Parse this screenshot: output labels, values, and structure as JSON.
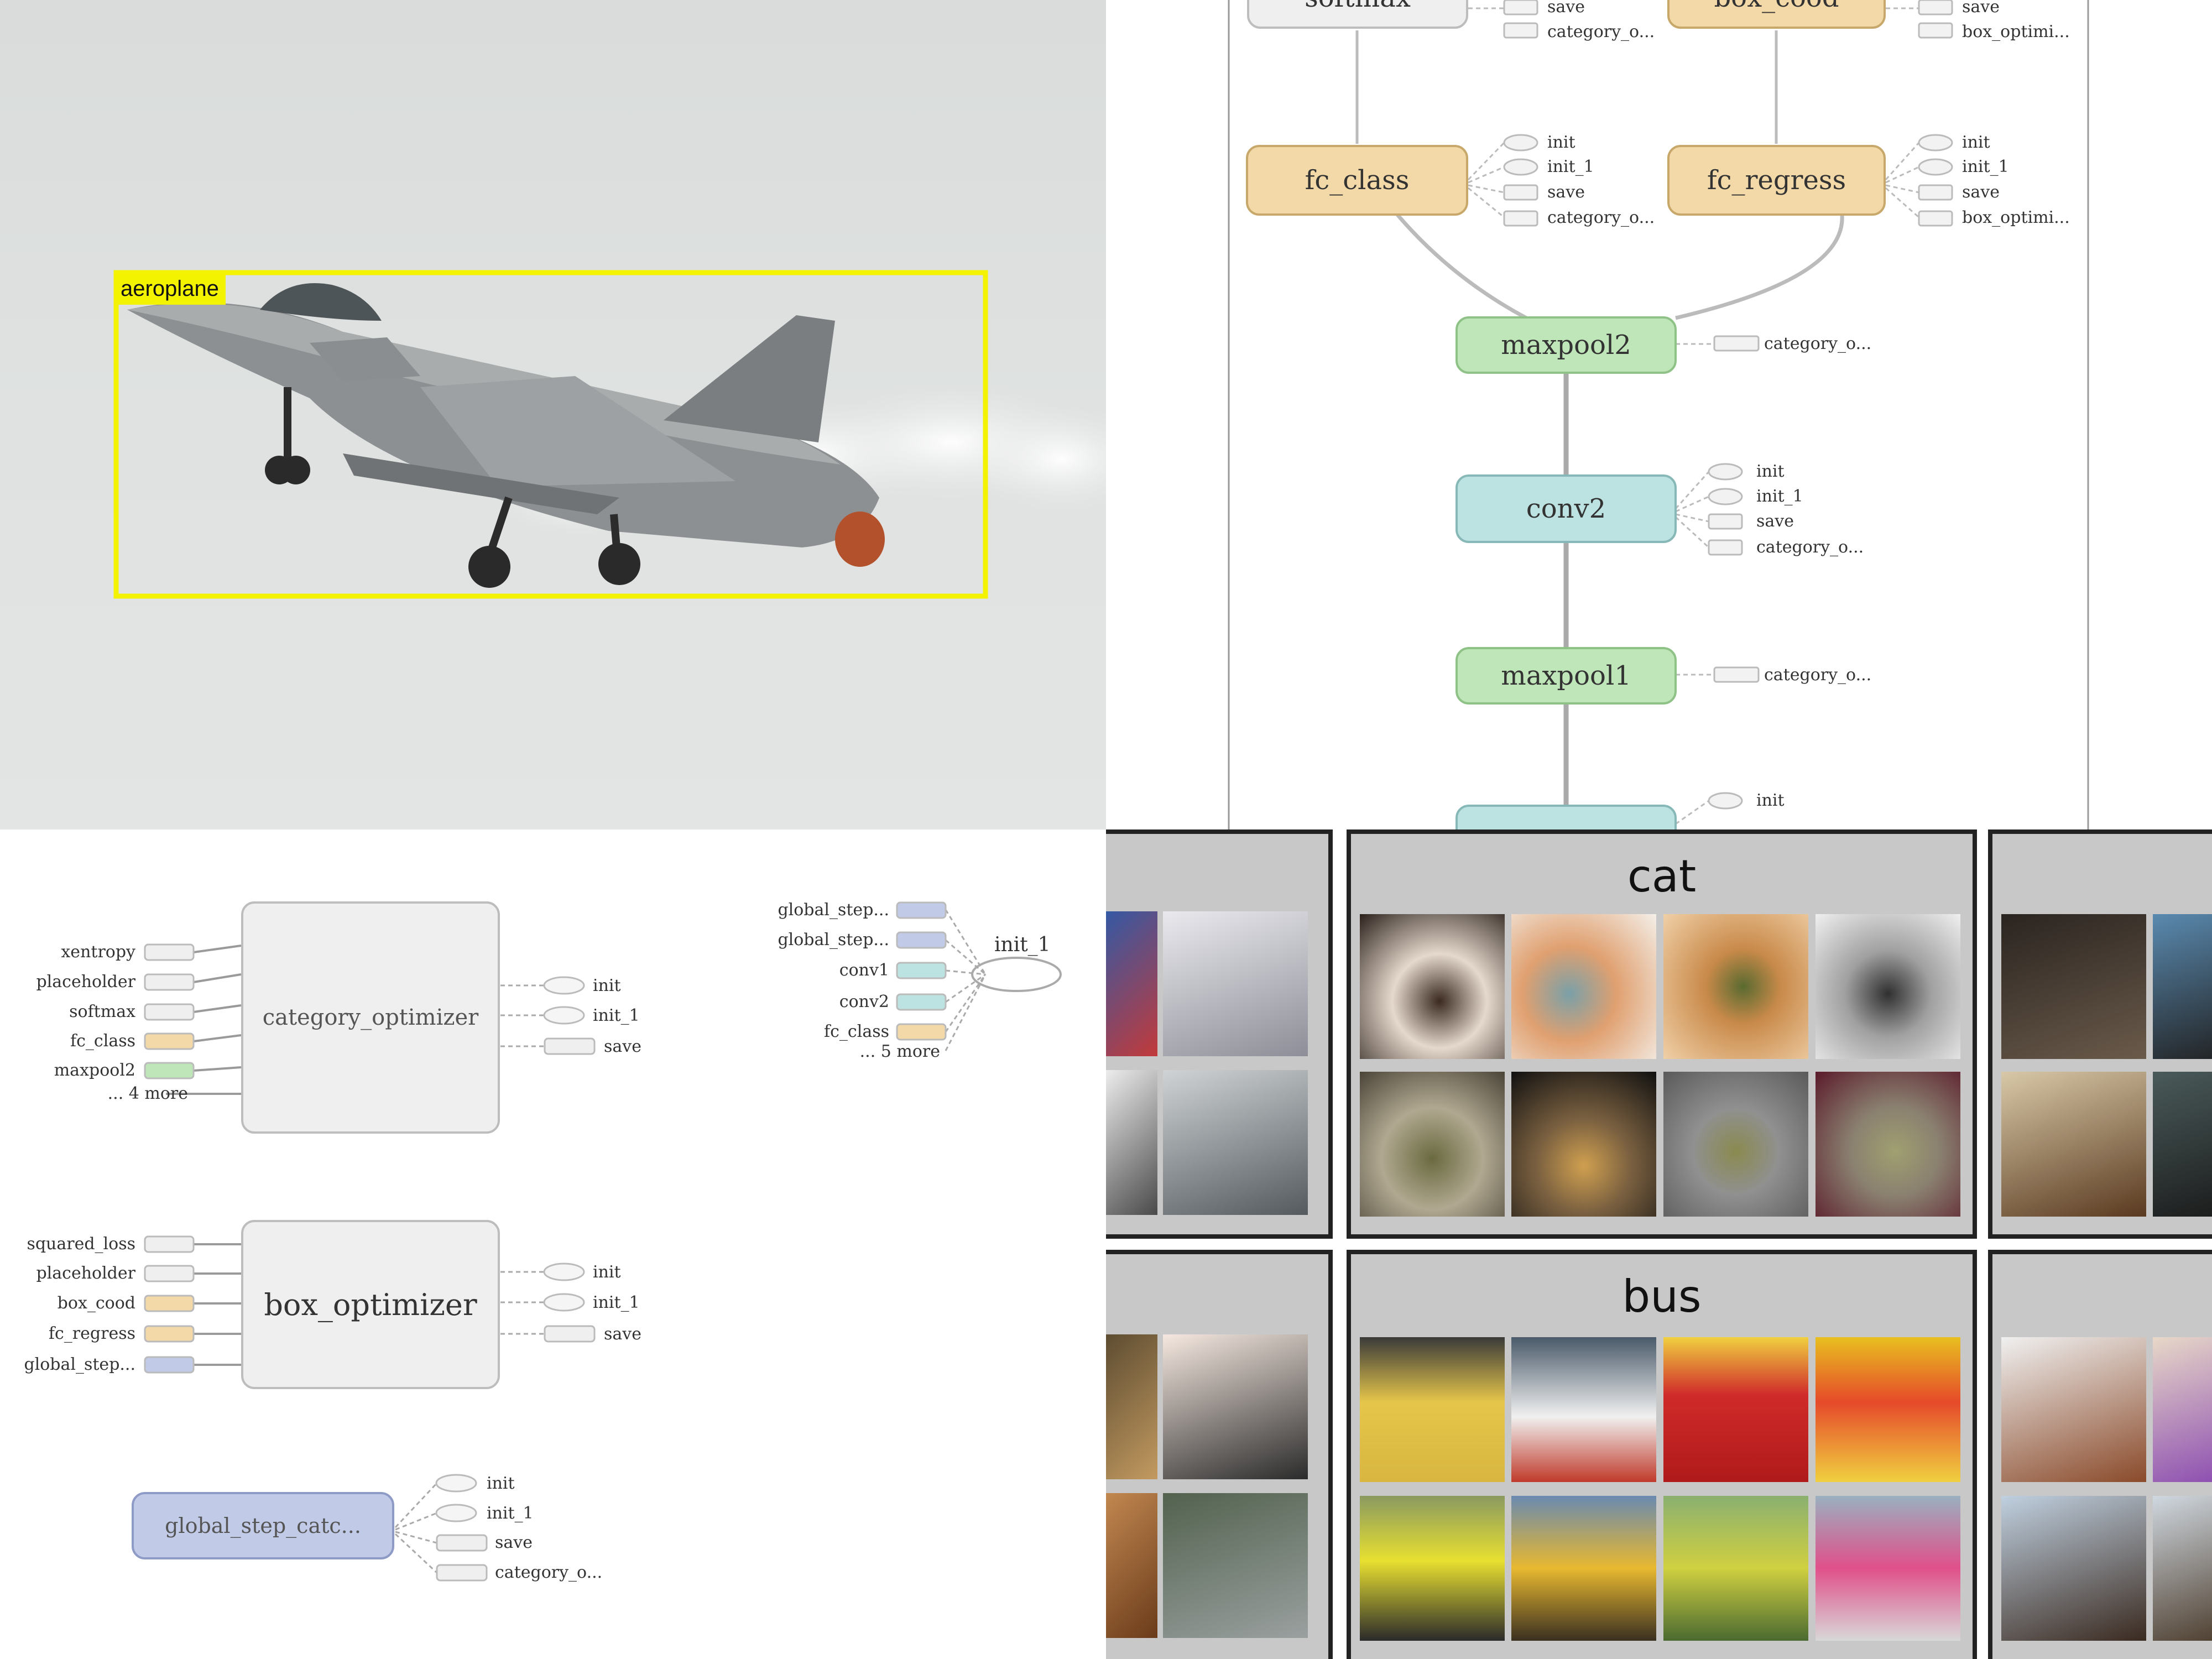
{
  "detection": {
    "label": "aeroplane",
    "box_color": "#f3f300"
  },
  "graph_top": {
    "nodes": {
      "softmax": "softmax",
      "box_cood": "box_cood",
      "fc_class": "fc_class",
      "fc_regress": "fc_regress",
      "maxpool2": "maxpool2",
      "conv2": "conv2",
      "maxpool1": "maxpool1"
    },
    "aux": {
      "init": "init",
      "init_1": "init_1",
      "save": "save",
      "category_opt": "category_o...",
      "box_opt": "box_optimi..."
    }
  },
  "graph_bottom": {
    "category_optimizer": {
      "title": "category_optimizer",
      "inputs": [
        "xentropy",
        "placeholder",
        "softmax",
        "fc_class",
        "maxpool2",
        "... 4 more"
      ],
      "outputs": [
        "init",
        "init_1",
        "save"
      ]
    },
    "box_optimizer": {
      "title": "box_optimizer",
      "inputs": [
        "squared_loss",
        "placeholder",
        "box_cood",
        "fc_regress",
        "global_step..."
      ],
      "outputs": [
        "init",
        "init_1",
        "save"
      ]
    },
    "global_step": {
      "title": "global_step_catc...",
      "outputs": [
        "init",
        "init_1",
        "save",
        "category_o..."
      ]
    },
    "init_1_node": {
      "title": "init_1",
      "inputs": [
        "global_step...",
        "global_step...",
        "conv1",
        "conv2",
        "fc_class",
        "... 5 more"
      ]
    }
  },
  "gallery": {
    "panels": [
      {
        "title": "cat"
      },
      {
        "title": "bus"
      }
    ]
  },
  "colors": {
    "gold": "#f2d9a7",
    "green": "#bfe6b8",
    "teal": "#bde2e2",
    "blue": "#c1cbe8",
    "grey": "#efefef"
  }
}
